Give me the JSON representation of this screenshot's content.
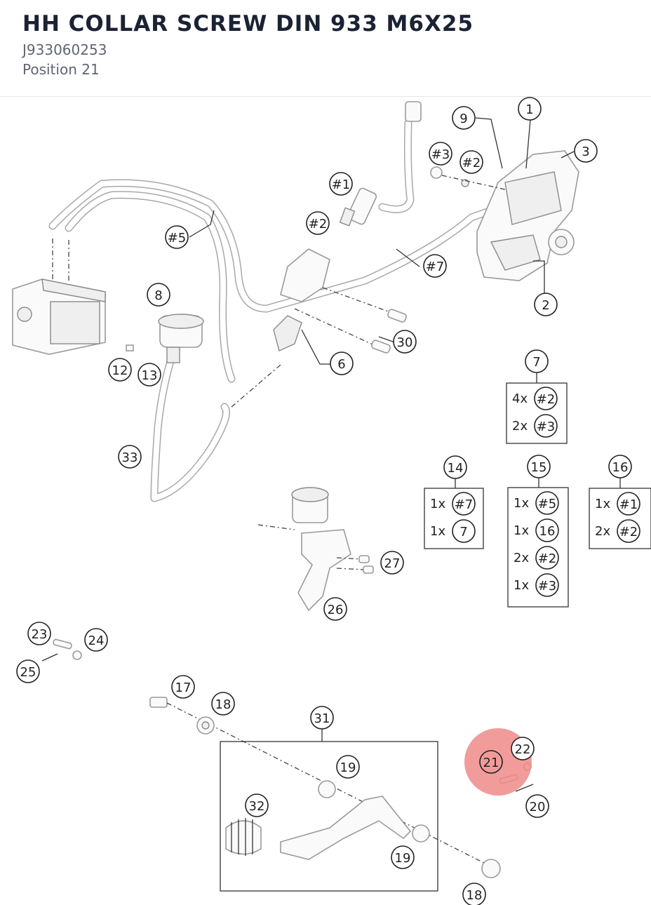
{
  "header": {
    "title": "HH COLLAR SCREW DIN 933 M6X25",
    "part_number": "J933060253",
    "position": "Position 21"
  },
  "highlight": {
    "label": "21",
    "color": "#f08a8a"
  },
  "callouts": [
    "1",
    "2",
    "3",
    "6",
    "7",
    "8",
    "9",
    "12",
    "13",
    "14",
    "15",
    "16",
    "17",
    "18",
    "18",
    "19",
    "19",
    "20",
    "21",
    "22",
    "23",
    "24",
    "25",
    "26",
    "27",
    "30",
    "31",
    "32",
    "33",
    "#1",
    "#2",
    "#3",
    "#2",
    "#5",
    "#7"
  ],
  "kits": [
    {
      "label": "7",
      "rows": [
        {
          "qty": "4x",
          "ref": "#2"
        },
        {
          "qty": "2x",
          "ref": "#3"
        }
      ]
    },
    {
      "label": "14",
      "rows": [
        {
          "qty": "1x",
          "ref": "#7"
        },
        {
          "qty": "1x",
          "ref": "7"
        }
      ]
    },
    {
      "label": "15",
      "rows": [
        {
          "qty": "1x",
          "ref": "#5"
        },
        {
          "qty": "1x",
          "ref": "16"
        },
        {
          "qty": "2x",
          "ref": "#2"
        },
        {
          "qty": "1x",
          "ref": "#3"
        }
      ]
    },
    {
      "label": "16",
      "rows": [
        {
          "qty": "1x",
          "ref": "#1"
        },
        {
          "qty": "2x",
          "ref": "#2"
        }
      ]
    }
  ]
}
